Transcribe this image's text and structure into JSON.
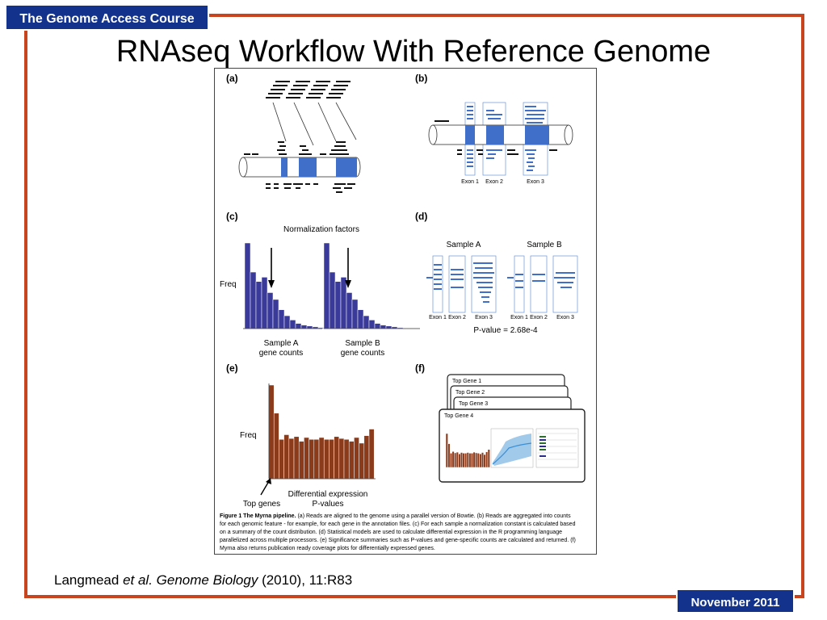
{
  "header": {
    "course_badge": "The Genome Access Course"
  },
  "slide": {
    "title": "RNAseq Workflow With Reference Genome"
  },
  "figure": {
    "panels": {
      "a": "(a)",
      "b": "(b)",
      "c": "(c)",
      "d": "(d)",
      "e": "(e)",
      "f": "(f)"
    },
    "b": {
      "exons": [
        "Exon 1",
        "Exon 2",
        "Exon 3"
      ]
    },
    "c": {
      "title": "Normalization factors",
      "ylabel": "Freq",
      "sample_a": [
        "Sample A",
        "gene counts"
      ],
      "sample_b": [
        "Sample B",
        "gene counts"
      ]
    },
    "d": {
      "sample_a": "Sample A",
      "sample_b": "Sample B",
      "exons": [
        "Exon 1",
        "Exon 2",
        "Exon 3"
      ],
      "pvalue": "P-value = 2.68e-4"
    },
    "e": {
      "ylabel": "Freq",
      "top_genes": "Top genes",
      "xlabel": [
        "Differential expression",
        "P-values"
      ]
    },
    "f": {
      "cards": [
        "Top Gene 1",
        "Top Gene 2",
        "Top Gene 3",
        "Top Gene 4"
      ]
    },
    "caption": [
      {
        "b": "Figure 1 The Myrna pipeline.",
        "t": " (a) Reads are aligned to the genome using a parallel version of Bowtie. (b) Reads are aggregated into counts"
      },
      {
        "b": "",
        "t": "for each genomic feature - for example, for each gene in the annotation files. (c) For each sample a normalization constant is calculated based"
      },
      {
        "b": "",
        "t": "on a summary of the count distribution. (d) Statistical models are used to calculate differential expression in the R programming language"
      },
      {
        "b": "",
        "t": "parallelized across multiple processors. (e) Significance summaries such as P-values and gene-specific counts are calculated and returned. (f)"
      },
      {
        "b": "",
        "t": "Myrna also returns publication ready coverage plots for differentially expressed genes."
      }
    ]
  },
  "citation": {
    "authors": "Langmead ",
    "etal": "et al. Genome Biology",
    "rest": " (2010), 11:R83"
  },
  "footer": {
    "date_badge": "November 2011"
  },
  "colors": {
    "accent_frame": "#c8441e",
    "badge": "#12328c",
    "exon_blue": "#3f6fc8",
    "bars_purple": "#3a3a9a",
    "bars_brown": "#8b3a1a"
  },
  "chart_data": [
    {
      "type": "bar",
      "xlabel": "Sample A gene counts",
      "ylabel": "Freq",
      "values": [
        100,
        66,
        55,
        60,
        42,
        34,
        22,
        15,
        10,
        6,
        4,
        3,
        2,
        1
      ]
    },
    {
      "type": "bar",
      "xlabel": "Sample B gene counts",
      "ylabel": "Freq",
      "values": [
        100,
        66,
        55,
        60,
        42,
        34,
        22,
        15,
        10,
        6,
        4,
        3,
        2,
        1
      ]
    },
    {
      "type": "bar",
      "xlabel": "Differential expression P-values",
      "ylabel": "Freq",
      "values": [
        100,
        70,
        42,
        47,
        43,
        45,
        40,
        44,
        42,
        42,
        44,
        42,
        42,
        45,
        43,
        42,
        40,
        44,
        38,
        46,
        53
      ]
    }
  ]
}
